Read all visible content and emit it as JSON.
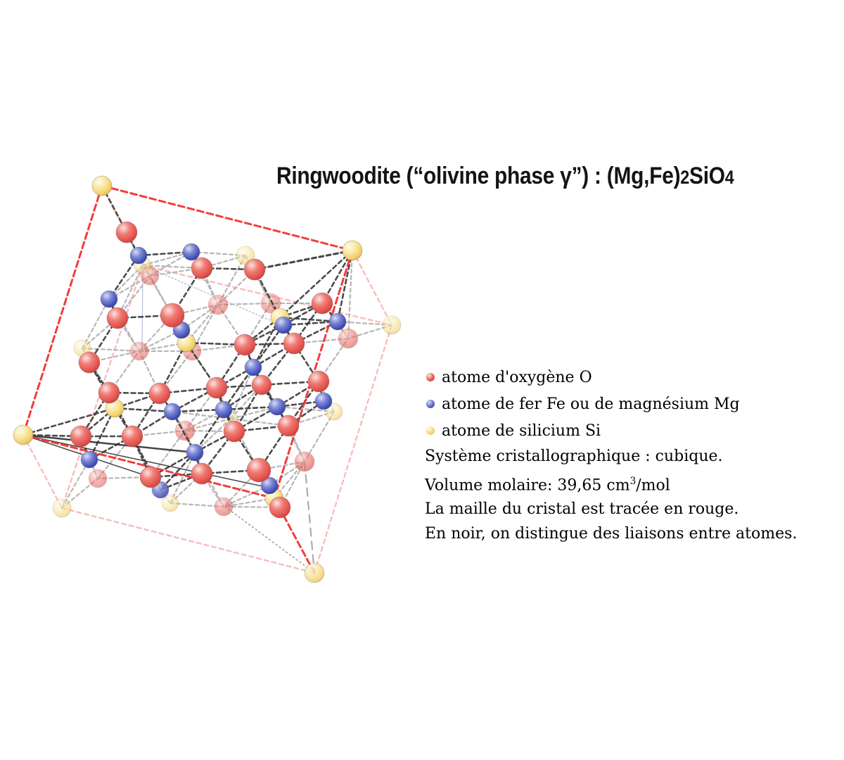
{
  "title": {
    "part1": "Ringwoodite (“olivine phase γ”) : (Mg,Fe)",
    "part2": "2",
    "part3": "SiO",
    "part4": "4"
  },
  "legend": {
    "items": [
      {
        "icon": "oxygen-sphere-icon",
        "color": "#e85a54",
        "label": "atome d'oxygène O"
      },
      {
        "icon": "iron-magnesium-sphere-icon",
        "color": "#5b68c8",
        "label": "atome de fer Fe ou de magnésium Mg"
      },
      {
        "icon": "silicon-sphere-icon",
        "color": "#f5d677",
        "label": "atome de silicium Si"
      }
    ]
  },
  "info": {
    "line1": "Système cristallographique : cubique.",
    "line2_pre": "Volume molaire: 39,65 cm",
    "line2_sup": "3",
    "line2_post": "/mol",
    "line3": "La maille du cristal est tracée en rouge.",
    "line4": "En noir, on distingue des liaisons entre atomes."
  },
  "colors": {
    "cell_bright": "#f23333",
    "cell_faded": "#f9b9b9",
    "bond_dark": "#3d3d3d",
    "bond_gray": "#b3b3b3",
    "lavender": "#b9b9dc",
    "oxygen": "#e2524c",
    "iron_magnesium": "#4553bc",
    "silicon": "#f3d069"
  },
  "crystal": {
    "bond_min": 25,
    "bond_max": 88,
    "cell": {
      "corners": {
        "A": [
          145,
          264
        ],
        "B": [
          501,
          356
        ],
        "C": [
          557,
          462
        ],
        "D": [
          203,
          377
        ],
        "E": [
          33,
          618
        ],
        "F": [
          390,
          708
        ],
        "G": [
          447,
          814
        ],
        "H": [
          88,
          722
        ]
      },
      "edges_front": [
        [
          "A",
          "B"
        ],
        [
          "A",
          "E"
        ],
        [
          "B",
          "F"
        ],
        [
          "E",
          "F"
        ],
        [
          "F",
          "G"
        ]
      ],
      "edges_back": [
        [
          "A",
          "D"
        ],
        [
          "D",
          "C"
        ],
        [
          "B",
          "C"
        ],
        [
          "D",
          "H"
        ],
        [
          "E",
          "H"
        ],
        [
          "H",
          "G"
        ],
        [
          "C",
          "G"
        ]
      ]
    },
    "atoms": [
      [
        "Si",
        145,
        264,
        14,
        1
      ],
      [
        "Si",
        501,
        356,
        14,
        1
      ],
      [
        "Si",
        33,
        618,
        14,
        1
      ],
      [
        "Si",
        390,
        708,
        13,
        1
      ],
      [
        "Si",
        265,
        487,
        13,
        1
      ],
      [
        "Si",
        398,
        451,
        13,
        1
      ],
      [
        "Si",
        163,
        580,
        13,
        1
      ],
      [
        "Si",
        203,
        377,
        12,
        0.5
      ],
      [
        "Si",
        557,
        462,
        13,
        0.55
      ],
      [
        "Si",
        88,
        722,
        13,
        0.55
      ],
      [
        "Si",
        447,
        814,
        14,
        0.8
      ],
      [
        "Si",
        117,
        495,
        12,
        0.5
      ],
      [
        "Si",
        349,
        363,
        13,
        0.55
      ],
      [
        "Si",
        475,
        585,
        12,
        0.55
      ],
      [
        "Si",
        242,
        715,
        12,
        0.5
      ],
      [
        "Si",
        328,
        595,
        10,
        0.45
      ],
      [
        "M",
        197,
        363,
        12,
        1
      ],
      [
        "M",
        272,
        358,
        12,
        1
      ],
      [
        "M",
        155,
        425,
        12,
        1
      ],
      [
        "M",
        258,
        469,
        12,
        1
      ],
      [
        "M",
        403,
        462,
        12,
        1
      ],
      [
        "M",
        480,
        457,
        12,
        1
      ],
      [
        "M",
        318,
        582,
        12,
        1
      ],
      [
        "M",
        360,
        522,
        12,
        1
      ],
      [
        "M",
        394,
        578,
        12,
        1
      ],
      [
        "M",
        460,
        570,
        12,
        1
      ],
      [
        "M",
        245,
        585,
        12,
        1
      ],
      [
        "M",
        127,
        653,
        12,
        1
      ],
      [
        "M",
        277,
        643,
        12,
        1
      ],
      [
        "M",
        383,
        690,
        12,
        1
      ],
      [
        "M",
        228,
        696,
        12,
        0.85
      ],
      [
        "O",
        180,
        330,
        15,
        1
      ],
      [
        "O",
        287,
        381,
        15,
        1
      ],
      [
        "O",
        362,
        383,
        15,
        1
      ],
      [
        "O",
        458,
        431,
        15,
        1
      ],
      [
        "O",
        245,
        448,
        17,
        1
      ],
      [
        "O",
        167,
        452,
        15,
        1
      ],
      [
        "O",
        348,
        490,
        15,
        1
      ],
      [
        "O",
        418,
        488,
        15,
        1
      ],
      [
        "O",
        127,
        515,
        15,
        1
      ],
      [
        "O",
        453,
        542,
        15,
        1
      ],
      [
        "O",
        155,
        558,
        15,
        1
      ],
      [
        "O",
        227,
        559,
        15,
        1
      ],
      [
        "O",
        308,
        551,
        15,
        1
      ],
      [
        "O",
        372,
        547,
        14,
        1
      ],
      [
        "O",
        115,
        620,
        15,
        1
      ],
      [
        "O",
        188,
        620,
        15,
        1
      ],
      [
        "O",
        333,
        613,
        15,
        1
      ],
      [
        "O",
        410,
        605,
        15,
        1
      ],
      [
        "O",
        214,
        678,
        15,
        1
      ],
      [
        "O",
        287,
        673,
        15,
        1
      ],
      [
        "O",
        368,
        668,
        17,
        1
      ],
      [
        "O",
        398,
        721,
        15,
        1
      ],
      [
        "O",
        213,
        392,
        13,
        0.5
      ],
      [
        "O",
        310,
        433,
        14,
        0.5
      ],
      [
        "O",
        385,
        431,
        14,
        0.5
      ],
      [
        "O",
        495,
        481,
        14,
        0.55
      ],
      [
        "O",
        198,
        499,
        13,
        0.5
      ],
      [
        "O",
        273,
        499,
        13,
        0.5
      ],
      [
        "O",
        263,
        612,
        14,
        0.55
      ],
      [
        "O",
        139,
        680,
        13,
        0.5
      ],
      [
        "O",
        433,
        656,
        14,
        0.6
      ],
      [
        "O",
        318,
        720,
        13,
        0.55
      ]
    ],
    "extra_bonds": [
      [
        501,
        356,
        362,
        383,
        "dark3"
      ],
      [
        501,
        356,
        398,
        451,
        "dark"
      ],
      [
        501,
        356,
        480,
        457,
        "dark"
      ],
      [
        501,
        356,
        495,
        481,
        "gray"
      ],
      [
        33,
        618,
        163,
        580,
        "dark"
      ],
      [
        33,
        618,
        277,
        643,
        "darksolid"
      ],
      [
        33,
        618,
        378,
        692,
        "darksolid2"
      ],
      [
        33,
        618,
        214,
        678,
        "darksolid2"
      ],
      [
        433,
        656,
        447,
        814,
        "graydash"
      ],
      [
        320,
        720,
        447,
        814,
        "graydot"
      ],
      [
        203,
        377,
        202,
        500,
        "lav"
      ],
      [
        203,
        377,
        400,
        462,
        "lavdot"
      ]
    ]
  }
}
